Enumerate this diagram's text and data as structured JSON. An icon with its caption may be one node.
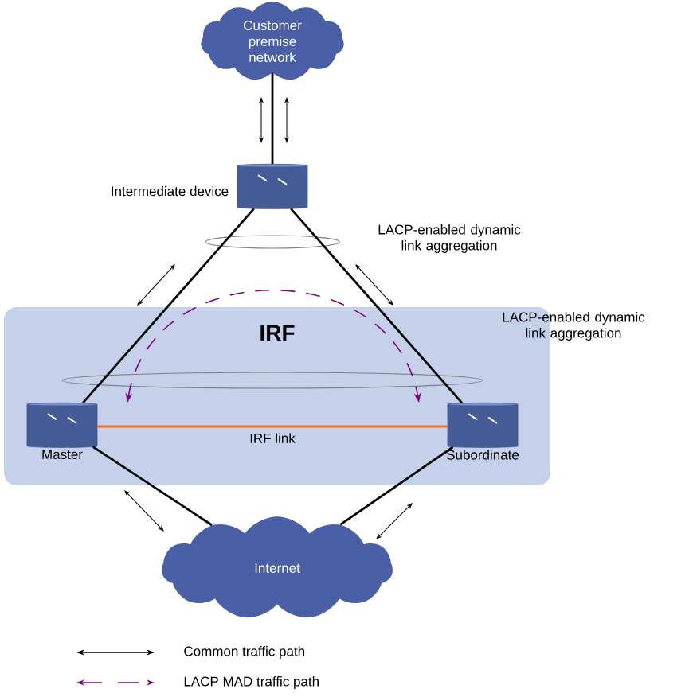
{
  "diagram": {
    "nodes": [
      {
        "text": [
          "Customer premise network"
        ]
      },
      {
        "text": [],
        "shape": "cylinder",
        "beside": [
          "Intermediate device"
        ]
      },
      {
        "text": [
          "IRF"
        ]
      },
      {
        "text": [],
        "shape": "cylinder",
        "beside": [
          "Master"
        ],
        "in": 2
      },
      {
        "text": [],
        "shape": "cylinder",
        "beside": [
          "Subordinate"
        ],
        "in": 2
      },
      {
        "text": [
          "Internet"
        ]
      }
    ],
    "edges": [
      {
        "from": 0,
        "to": 1,
        "arrow": "none"
      },
      {
        "from": 1,
        "to": 3,
        "arrow": "none"
      },
      {
        "from": 1,
        "to": 4,
        "arrow": "none"
      },
      {
        "from": 3,
        "to": 4,
        "arrow": "none",
        "label": "IRF link",
        "color": "#f07020"
      },
      {
        "from": 3,
        "to": 5,
        "arrow": "none"
      },
      {
        "from": 4,
        "to": 5,
        "arrow": "none"
      }
    ],
    "labels": [
      "LACP-enabled dynamic link aggregation",
      "LACP-enabled dynamic link aggregation"
    ],
    "legend": [
      {
        "text": "Common traffic path"
      },
      {
        "text": "LACP MAD traffic path"
      }
    ]
  }
}
